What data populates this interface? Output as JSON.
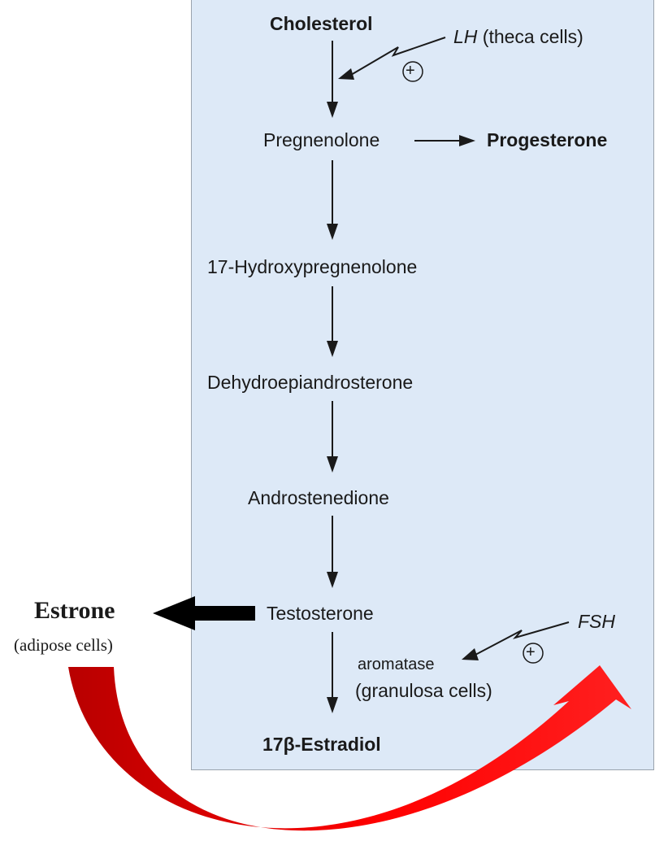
{
  "pathway": {
    "cholesterol": "Cholesterol",
    "pregnenolone": "Pregnenolone",
    "progesterone": "Progesterone",
    "hydroxypregnenolone": "17-Hydroxypregnenolone",
    "dhea": "Dehydroepiandrosterone",
    "androstenedione": "Androstenedione",
    "testosterone": "Testosterone",
    "estradiol": "17β-Estradiol"
  },
  "regulators": {
    "lh": "LH",
    "lh_cells": "(theca cells)",
    "fsh": "FSH",
    "plus": "+",
    "aromatase": "aromatase",
    "granulosa": "(granulosa cells)"
  },
  "external": {
    "estrone": "Estrone",
    "estrone_cells": "(adipose cells)"
  },
  "colors": {
    "panel_bg": "#dde9f7",
    "arrow": "#1a1a1a",
    "red_arrow_dark": "#c80000",
    "red_arrow_light": "#ff1a1a"
  }
}
